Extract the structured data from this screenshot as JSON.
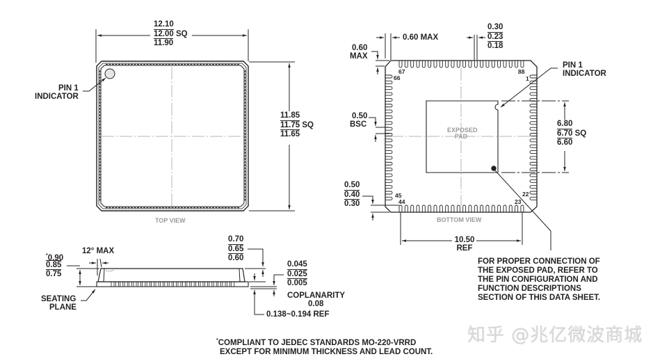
{
  "top_view": {
    "caption": "TOP VIEW",
    "width_dim": {
      "max": "12.10",
      "nom": "12.00",
      "min": "11.90",
      "suffix": "SQ"
    },
    "body_dim": {
      "max": "11.85",
      "nom": "11.75",
      "min": "11.65",
      "suffix": "SQ"
    },
    "pin1_label": [
      "PIN 1",
      "INDICATOR"
    ]
  },
  "bottom_view": {
    "caption": "BOTTOM VIEW",
    "exposed_pad_label": [
      "EXPOSED",
      "PAD"
    ],
    "corner_max": {
      "value": "0.60",
      "label": "MAX"
    },
    "corner_max_h": "0.60 MAX",
    "lead_width": {
      "max": "0.30",
      "nom": "0.23",
      "min": "0.18"
    },
    "pitch": {
      "value": "0.50",
      "label": "BSC"
    },
    "lead_length": {
      "max": "0.50",
      "nom": "0.40",
      "min": "0.30"
    },
    "pad_dim": {
      "max": "6.80",
      "nom": "6.70",
      "min": "6.60",
      "suffix": "SQ"
    },
    "ref_dim": {
      "value": "10.50",
      "label": "REF"
    },
    "pin1_label": [
      "PIN 1",
      "INDICATOR"
    ],
    "pin_numbers": {
      "p1": "1",
      "p22": "22",
      "p23": "23",
      "p44": "44",
      "p45": "45",
      "p66": "66",
      "p67": "67",
      "p88": "88"
    },
    "pad_note": [
      "FOR PROPER CONNECTION OF",
      "THE EXPOSED PAD, REFER TO",
      "THE PIN CONFIGURATION AND",
      "FUNCTION DESCRIPTIONS",
      "SECTION OF THIS DATA SHEET."
    ]
  },
  "side_view": {
    "height_dim": {
      "max": "0.90",
      "max_prefix": "*",
      "nom": "0.85",
      "min": "0.75"
    },
    "angle": "12° MAX",
    "mold_dim": {
      "max": "0.70",
      "nom": "0.65",
      "min": "0.60"
    },
    "standoff_dim": {
      "max": "0.045",
      "nom": "0.025",
      "min": "0.005"
    },
    "coplanarity": {
      "label": "COPLANARITY",
      "value": "0.08"
    },
    "lead_thickness": "0.138~0.194 REF",
    "seating_plane": [
      "SEATING",
      "PLANE"
    ]
  },
  "footnote": {
    "marker": "*",
    "lines": [
      "COMPLIANT TO JEDEC STANDARDS MO-220-VRRD",
      "EXCEPT FOR MINIMUM THICKNESS AND LEAD COUNT."
    ]
  },
  "watermark": "知乎 @兆亿微波商城"
}
